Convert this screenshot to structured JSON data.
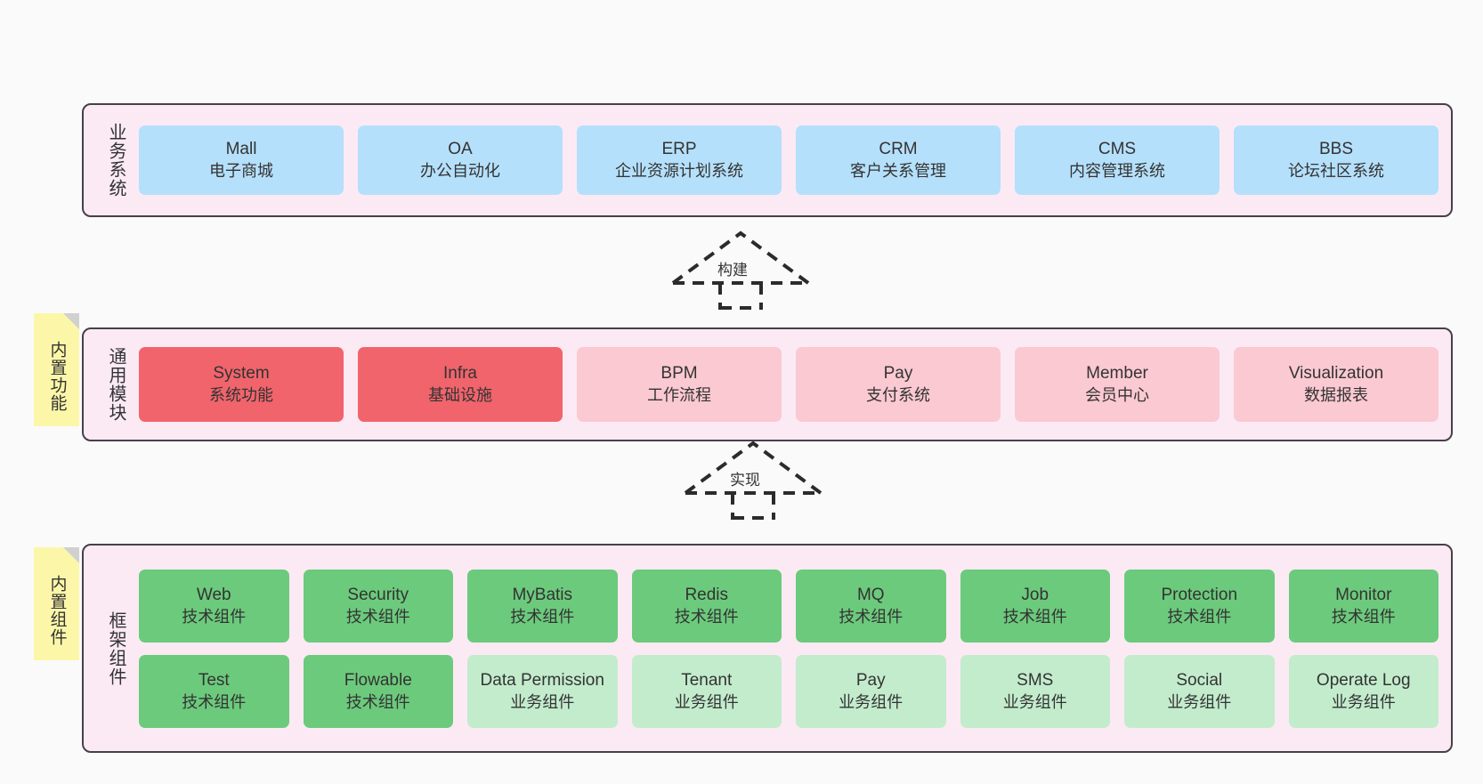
{
  "layers": [
    {
      "title": "业务系统",
      "items": [
        {
          "name": "Mall",
          "desc": "电子商城",
          "color": "#b5e0fb"
        },
        {
          "name": "OA",
          "desc": "办公自动化",
          "color": "#b5e0fb"
        },
        {
          "name": "ERP",
          "desc": "企业资源计划系统",
          "color": "#b5e0fb"
        },
        {
          "name": "CRM",
          "desc": "客户关系管理",
          "color": "#b5e0fb"
        },
        {
          "name": "CMS",
          "desc": "内容管理系统",
          "color": "#b5e0fb"
        },
        {
          "name": "BBS",
          "desc": "论坛社区系统",
          "color": "#b5e0fb"
        }
      ]
    },
    {
      "title": "通用模块",
      "items": [
        {
          "name": "System",
          "desc": "系统功能",
          "color": "#f1646c"
        },
        {
          "name": "Infra",
          "desc": "基础设施",
          "color": "#f1646c"
        },
        {
          "name": "BPM",
          "desc": "工作流程",
          "color": "#fbc9d2"
        },
        {
          "name": "Pay",
          "desc": "支付系统",
          "color": "#fbc9d2"
        },
        {
          "name": "Member",
          "desc": "会员中心",
          "color": "#fbc9d2"
        },
        {
          "name": "Visualization",
          "desc": "数据报表",
          "color": "#fbc9d2"
        }
      ]
    },
    {
      "title": "框架组件",
      "rows": [
        [
          {
            "name": "Web",
            "desc": "技术组件",
            "color": "#6cca7c"
          },
          {
            "name": "Security",
            "desc": "技术组件",
            "color": "#6cca7c"
          },
          {
            "name": "MyBatis",
            "desc": "技术组件",
            "color": "#6cca7c"
          },
          {
            "name": "Redis",
            "desc": "技术组件",
            "color": "#6cca7c"
          },
          {
            "name": "MQ",
            "desc": "技术组件",
            "color": "#6cca7c"
          },
          {
            "name": "Job",
            "desc": "技术组件",
            "color": "#6cca7c"
          },
          {
            "name": "Protection",
            "desc": "技术组件",
            "color": "#6cca7c"
          },
          {
            "name": "Monitor",
            "desc": "技术组件",
            "color": "#6cca7c"
          }
        ],
        [
          {
            "name": "Test",
            "desc": "技术组件",
            "color": "#6cca7c"
          },
          {
            "name": "Flowable",
            "desc": "技术组件",
            "color": "#6cca7c"
          },
          {
            "name": "Data Permission",
            "desc": "业务组件",
            "color": "#c3eccd"
          },
          {
            "name": "Tenant",
            "desc": "业务组件",
            "color": "#c3eccd"
          },
          {
            "name": "Pay",
            "desc": "业务组件",
            "color": "#c3eccd"
          },
          {
            "name": "SMS",
            "desc": "业务组件",
            "color": "#c3eccd"
          },
          {
            "name": "Social",
            "desc": "业务组件",
            "color": "#c3eccd"
          },
          {
            "name": "Operate Log",
            "desc": "业务组件",
            "color": "#c3eccd"
          }
        ]
      ]
    }
  ],
  "notes": [
    {
      "label": "内置功能"
    },
    {
      "label": "内置组件"
    }
  ],
  "connectors": [
    {
      "label": "构建"
    },
    {
      "label": "实现"
    }
  ],
  "colors": {
    "container_bg": "#fbeaf4",
    "container_border": "#46404a",
    "note_bg": "#fcf7a8",
    "note_fold": "#d0d0d0",
    "page_bg": "#fafafa",
    "text": "#333333"
  }
}
